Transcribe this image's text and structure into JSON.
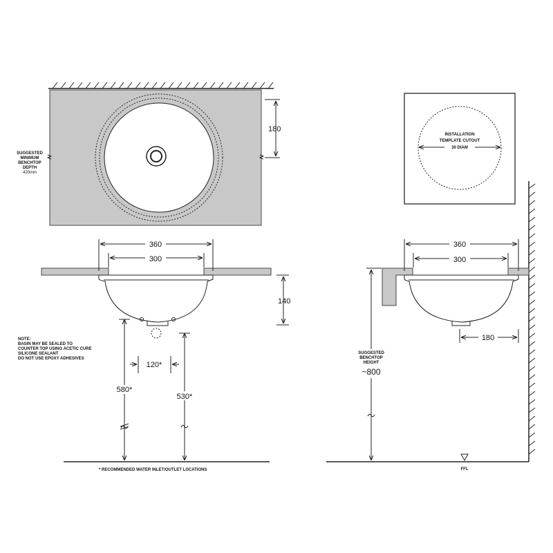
{
  "top_view": {
    "benchtop_note": [
      "SUGGESTED",
      "MINIMUM",
      "BENCHTOP",
      "DEPTH",
      "420mm"
    ],
    "dim_depth": "180"
  },
  "template": {
    "lines": [
      "INSTALLATION",
      "TEMPLATE CUTOUT"
    ],
    "diam": "30 DIAM"
  },
  "front_view": {
    "dim_outer": "360",
    "dim_inner": "300",
    "dim_height": "140",
    "dim_spacing": "120*",
    "dim_inlet": "580*",
    "dim_outlet": "530*",
    "note": [
      "NOTE:",
      "BASIN MAY BE SEALED TO",
      "COUNTER TOP USING ACETIC CURE",
      "SILICONE SEALANT",
      "DO NOT USE EPOXY ADHESIVES"
    ],
    "footnote": "* RECOMMENDED WATER INLET/OUTLET LOCATIONS"
  },
  "side_view": {
    "dim_outer": "360",
    "dim_inner": "300",
    "dim_waste": "180",
    "height_note": [
      "SUGGESTED",
      "BENCHTOP",
      "HEIGHT"
    ],
    "height_value": "~800",
    "floor_label": "FFL"
  }
}
